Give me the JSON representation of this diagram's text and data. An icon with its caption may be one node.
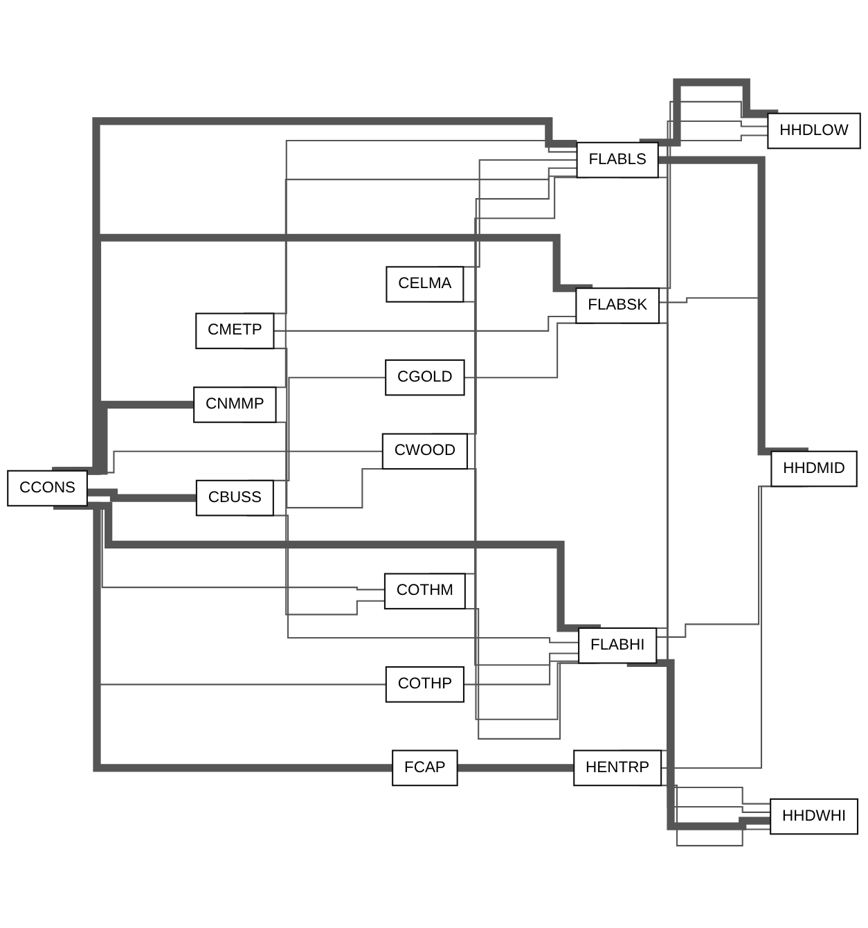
{
  "diagram": {
    "nodes": [
      {
        "text": [
          "CCONS"
        ]
      },
      {
        "text": [
          "CBUSS"
        ]
      },
      {
        "text": [
          "CMETP"
        ]
      },
      {
        "text": [
          "CELMA"
        ]
      },
      {
        "text": [
          "CNMMP"
        ]
      },
      {
        "text": [
          "COTHP"
        ]
      },
      {
        "text": [
          "CGOLD"
        ]
      },
      {
        "text": [
          "CWOOD"
        ]
      },
      {
        "text": [
          "COTHM"
        ]
      },
      {
        "text": [
          "FCAP"
        ]
      },
      {
        "text": [
          "FLABLS"
        ]
      },
      {
        "text": [
          "FLABSK"
        ]
      },
      {
        "text": [
          "FLABHI"
        ]
      },
      {
        "text": [
          "HENTRP"
        ]
      },
      {
        "text": [
          "HHDLOW"
        ]
      },
      {
        "text": [
          "HHDMID"
        ]
      },
      {
        "text": [
          "HHDWHI"
        ]
      }
    ],
    "edges": [
      {
        "from": 0,
        "to": 1,
        "arrow": "none",
        "style": "thick"
      },
      {
        "from": 0,
        "to": 5,
        "arrow": "none"
      },
      {
        "from": 0,
        "to": 10,
        "arrow": "none",
        "style": "thick"
      },
      {
        "from": 0,
        "to": 11,
        "arrow": "none",
        "style": "thick"
      },
      {
        "from": 0,
        "to": 7,
        "arrow": "none"
      },
      {
        "from": 0,
        "to": 12,
        "arrow": "none",
        "style": "thick"
      },
      {
        "from": 0,
        "to": 9,
        "arrow": "none",
        "style": "thick"
      },
      {
        "from": 0,
        "to": 8,
        "arrow": "none"
      },
      {
        "from": 0,
        "to": 4,
        "arrow": "none",
        "style": "thick"
      },
      {
        "from": 1,
        "to": 6,
        "arrow": "none"
      },
      {
        "from": 1,
        "to": 12,
        "arrow": "none"
      },
      {
        "from": 2,
        "to": 10,
        "arrow": "none"
      },
      {
        "from": 2,
        "to": 11,
        "arrow": "none"
      },
      {
        "from": 2,
        "to": 7,
        "arrow": "none"
      },
      {
        "from": 3,
        "to": 10,
        "arrow": "none"
      },
      {
        "from": 3,
        "to": 12,
        "arrow": "none"
      },
      {
        "from": 4,
        "to": 10,
        "arrow": "none"
      },
      {
        "from": 4,
        "to": 8,
        "arrow": "none"
      },
      {
        "from": 5,
        "to": 12,
        "arrow": "none"
      },
      {
        "from": 6,
        "to": 11,
        "arrow": "none"
      },
      {
        "from": 7,
        "to": 10,
        "arrow": "none"
      },
      {
        "from": 7,
        "to": 12,
        "arrow": "none"
      },
      {
        "from": 8,
        "to": 10,
        "arrow": "none"
      },
      {
        "from": 8,
        "to": 12,
        "arrow": "none"
      },
      {
        "from": 9,
        "to": 13,
        "arrow": "none",
        "style": "thick"
      },
      {
        "from": 10,
        "to": 14,
        "arrow": "none",
        "style": "thick"
      },
      {
        "from": 10,
        "to": 15,
        "arrow": "none",
        "style": "thick"
      },
      {
        "from": 10,
        "to": 16,
        "arrow": "none"
      },
      {
        "from": 11,
        "to": 14,
        "arrow": "none"
      },
      {
        "from": 11,
        "to": 15,
        "arrow": "none"
      },
      {
        "from": 11,
        "to": 16,
        "arrow": "none"
      },
      {
        "from": 12,
        "to": 14,
        "arrow": "none"
      },
      {
        "from": 12,
        "to": 15,
        "arrow": "none"
      },
      {
        "from": 12,
        "to": 16,
        "arrow": "none",
        "style": "thick"
      },
      {
        "from": 13,
        "to": 14,
        "arrow": "none"
      },
      {
        "from": 13,
        "to": 15,
        "arrow": "none"
      },
      {
        "from": 13,
        "to": 16,
        "arrow": "none"
      }
    ]
  }
}
